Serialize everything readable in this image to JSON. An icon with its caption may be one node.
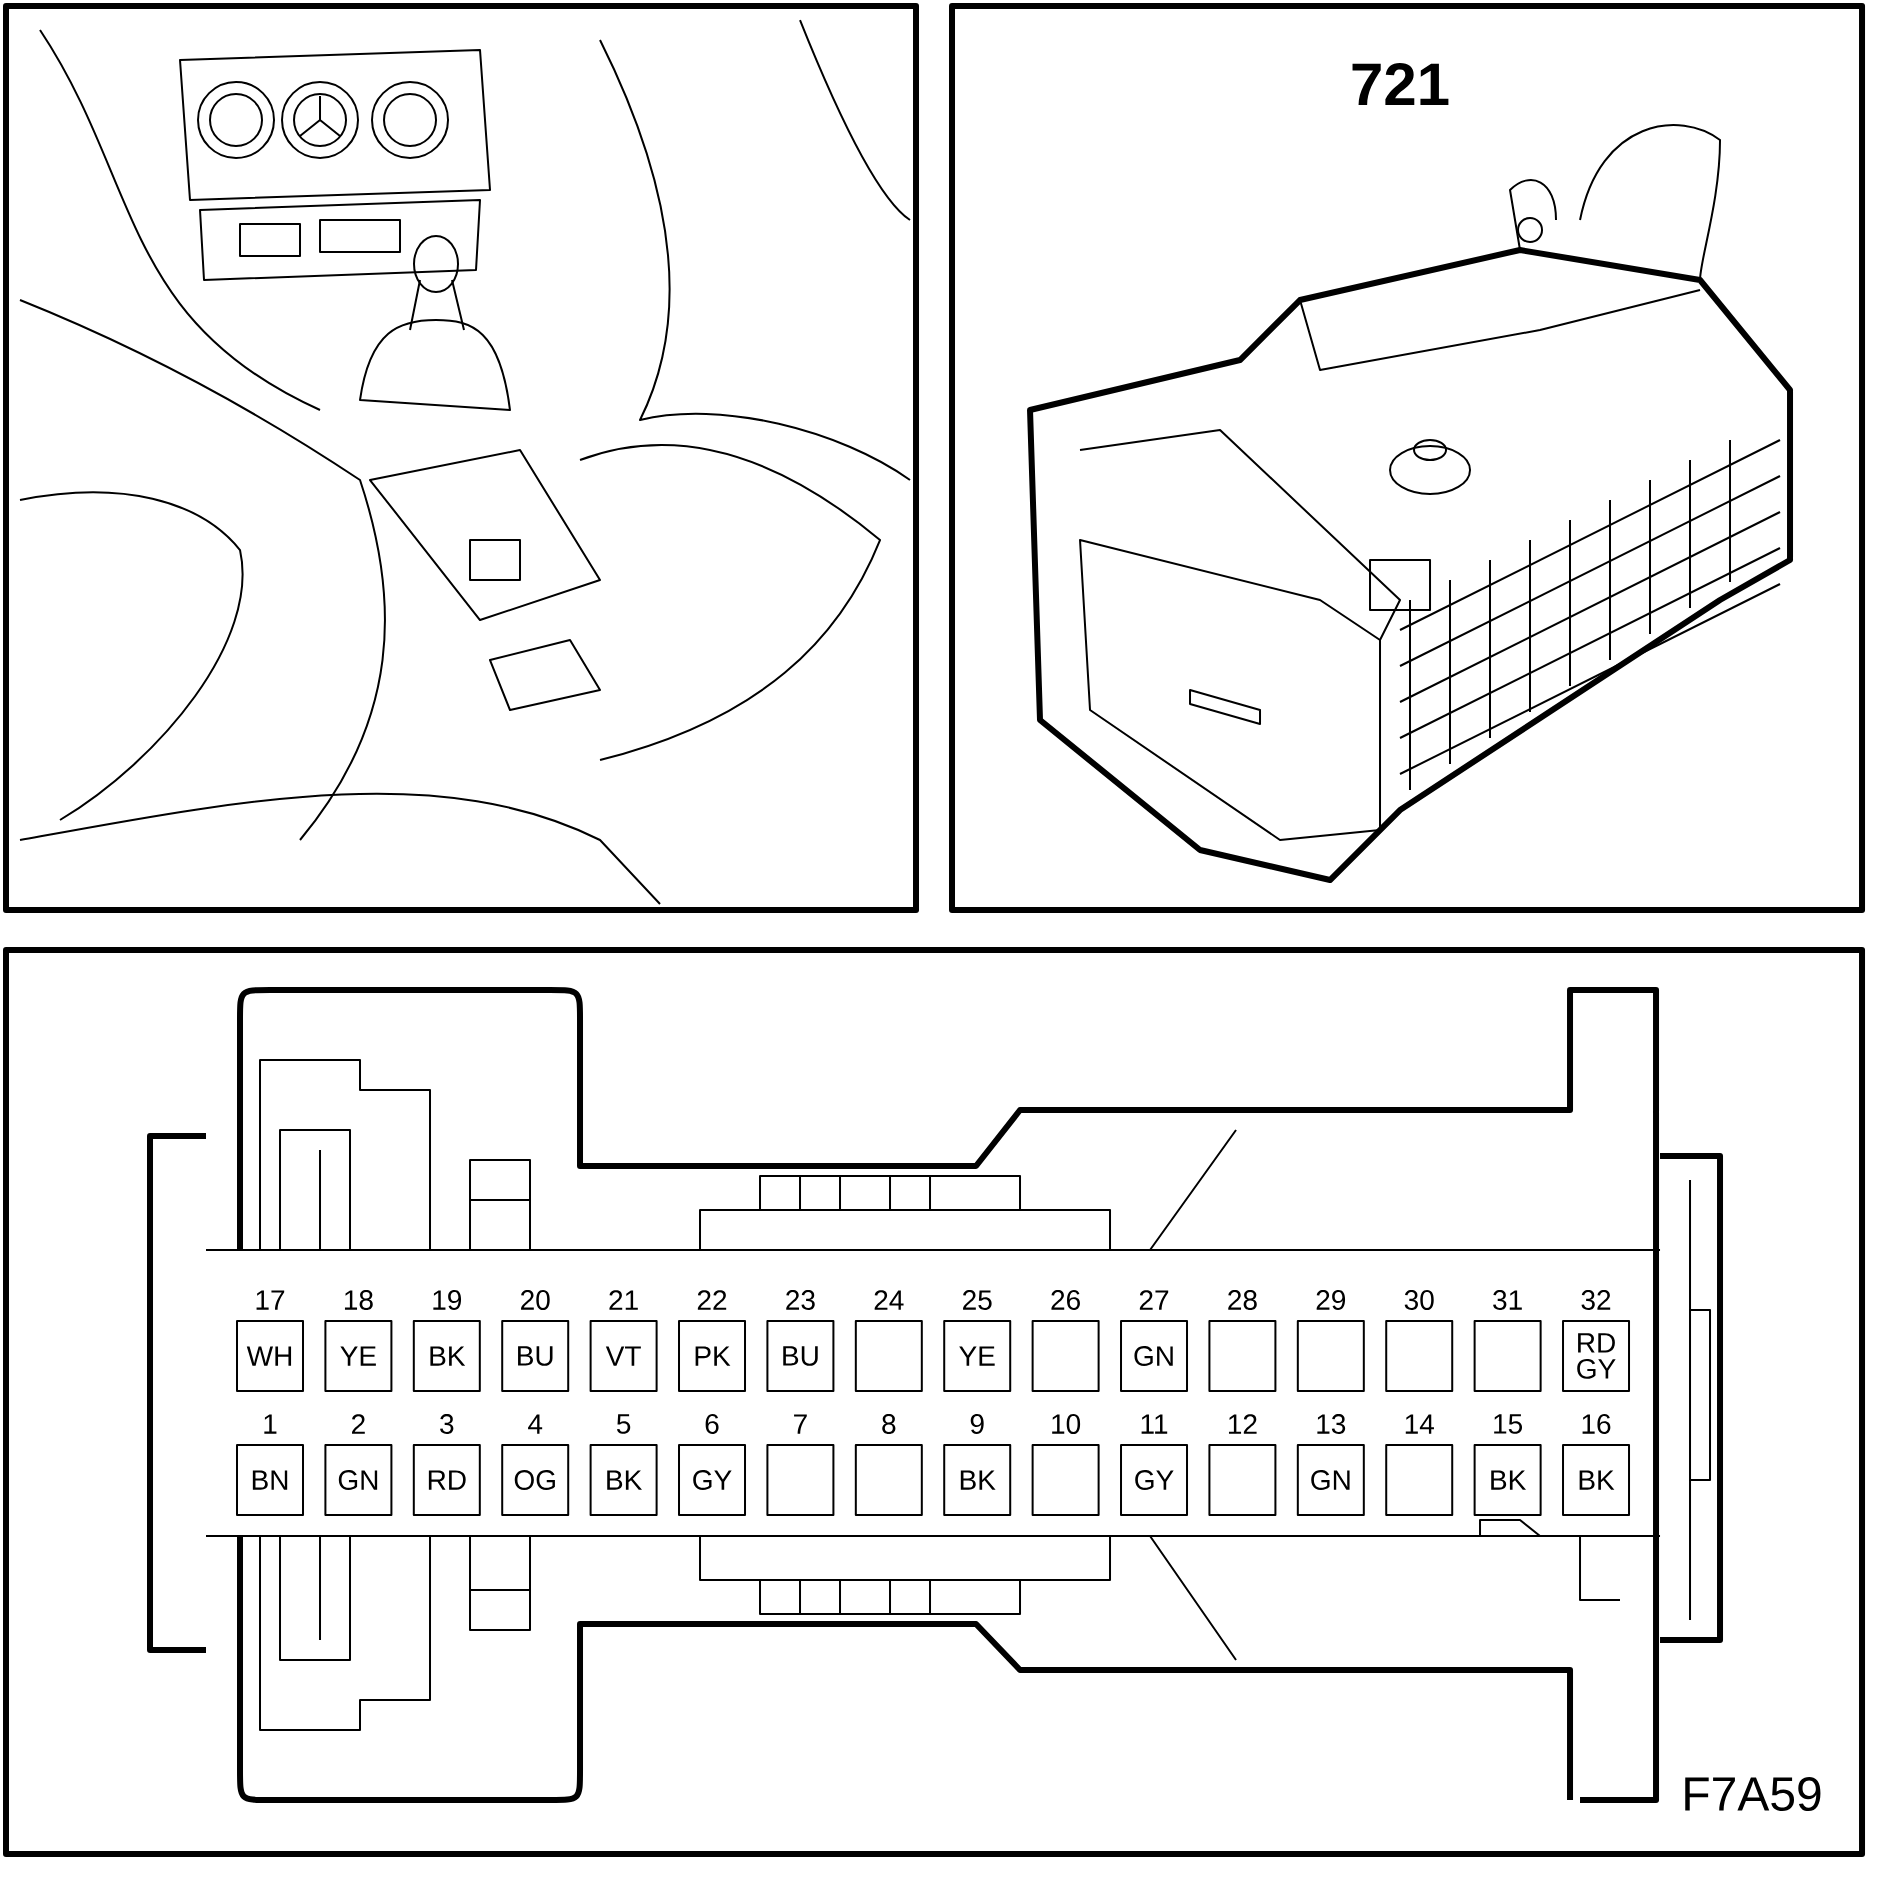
{
  "diagram": {
    "nodes": [
      {
        "text": [
          "WH"
        ],
        "beside": [
          "17"
        ]
      },
      {
        "text": [
          "YE"
        ],
        "beside": [
          "18"
        ]
      },
      {
        "text": [
          "BK"
        ],
        "beside": [
          "19"
        ]
      },
      {
        "text": [
          "BU"
        ],
        "beside": [
          "20"
        ]
      },
      {
        "text": [
          "VT"
        ],
        "beside": [
          "21"
        ]
      },
      {
        "text": [
          "PK"
        ],
        "beside": [
          "22"
        ]
      },
      {
        "text": [
          "BU"
        ],
        "beside": [
          "23"
        ]
      },
      {
        "text": [],
        "shape": "box",
        "beside": [
          "24"
        ]
      },
      {
        "text": [
          "YE"
        ],
        "beside": [
          "25"
        ]
      },
      {
        "text": [],
        "shape": "box",
        "beside": [
          "26"
        ]
      },
      {
        "text": [
          "GN"
        ],
        "beside": [
          "27"
        ]
      },
      {
        "text": [],
        "shape": "box",
        "beside": [
          "28"
        ]
      },
      {
        "text": [],
        "shape": "box",
        "beside": [
          "29"
        ]
      },
      {
        "text": [],
        "shape": "box",
        "beside": [
          "30"
        ]
      },
      {
        "text": [],
        "shape": "box",
        "beside": [
          "31"
        ]
      },
      {
        "text": [
          "RD GY"
        ],
        "beside": [
          "32"
        ]
      },
      {
        "text": [
          "BN"
        ],
        "beside": [
          "1"
        ]
      },
      {
        "text": [
          "GN"
        ],
        "beside": [
          "2"
        ]
      },
      {
        "text": [
          "RD"
        ],
        "beside": [
          "3"
        ]
      },
      {
        "text": [
          "OG"
        ],
        "beside": [
          "4"
        ]
      },
      {
        "text": [
          "BK"
        ],
        "beside": [
          "5"
        ]
      },
      {
        "text": [
          "GY"
        ],
        "beside": [
          "6"
        ]
      },
      {
        "text": [],
        "shape": "box",
        "beside": [
          "7"
        ]
      },
      {
        "text": [],
        "shape": "box",
        "beside": [
          "8"
        ]
      },
      {
        "text": [
          "BK"
        ],
        "beside": [
          "9"
        ]
      },
      {
        "text": [],
        "shape": "box",
        "beside": [
          "10"
        ]
      },
      {
        "text": [
          "GY"
        ],
        "beside": [
          "11"
        ]
      },
      {
        "text": [],
        "shape": "box",
        "beside": [
          "12"
        ]
      },
      {
        "text": [
          "GN"
        ],
        "beside": [
          "13"
        ]
      },
      {
        "text": [],
        "shape": "box",
        "beside": [
          "14"
        ]
      },
      {
        "text": [
          "BK"
        ],
        "beside": [
          "15"
        ]
      },
      {
        "text": [
          "BK"
        ],
        "beside": [
          "16"
        ]
      }
    ],
    "labels": [
      "721",
      "F7A59"
    ]
  }
}
